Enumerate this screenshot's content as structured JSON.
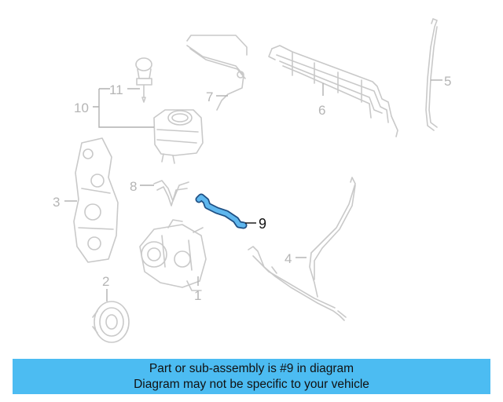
{
  "callouts": {
    "c1": "1",
    "c2": "2",
    "c3": "3",
    "c4": "4",
    "c5": "5",
    "c6": "6",
    "c7": "7",
    "c8": "8",
    "c9": "9",
    "c10": "10",
    "c11": "11"
  },
  "highlighted_part": "9",
  "colors": {
    "highlight": "#5fb7ee",
    "highlight_outline": "#1e4f83",
    "banner": "#4cbcf2"
  },
  "banner": {
    "line1": "Part or sub-assembly is #9 in diagram",
    "line2": "Diagram may not be specific to your vehicle"
  }
}
